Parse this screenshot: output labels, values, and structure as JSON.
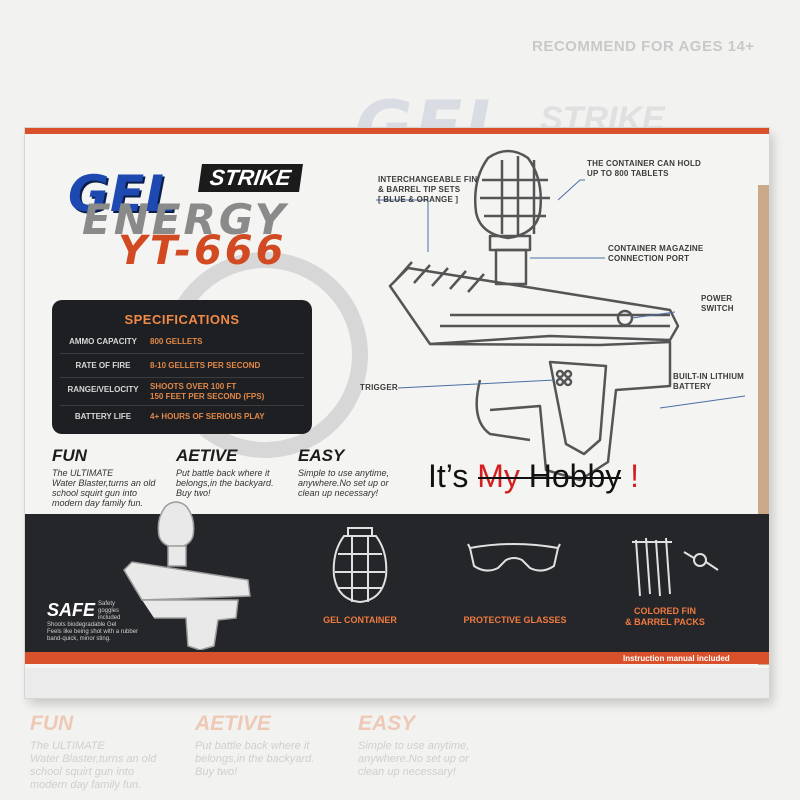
{
  "background": {
    "age_note": "RECOMMEND FOR AGES 14+",
    "ghost_logo": "GEL",
    "ghost_strike": "STRIKE",
    "features": [
      {
        "title": "FUN",
        "text": [
          "The ULTIMATE",
          "Water Blaster,turns an old",
          "school squirt gun into",
          "modern day family fun."
        ]
      },
      {
        "title": "AETIVE",
        "text": [
          "Put battle back where it",
          "belongs,in the backyard.",
          "Buy two!"
        ]
      },
      {
        "title": "EASY",
        "text": [
          "Simple to use anytime,",
          "anywhere.No set up or",
          "clean up necessary!"
        ]
      }
    ]
  },
  "box": {
    "logo": {
      "gel": "GEL",
      "strike": "STRIKE",
      "energy": "ENERGY",
      "model": "YT-666"
    },
    "specifications": {
      "title": "SPECIFICATIONS",
      "rows": [
        {
          "label": "AMMO CAPACITY",
          "value": [
            "800 GELLETS"
          ]
        },
        {
          "label": "RATE OF FIRE",
          "value": [
            "8-10 GELLETS PER SECOND"
          ]
        },
        {
          "label": "RANGE/VELOCITY",
          "value": [
            "SHOOTS OVER 100 FT",
            "150 FEET PER SECOND (FPS)"
          ]
        },
        {
          "label": "BATTERY LIFE",
          "value": [
            "4+ HOURS OF SERIOUS PLAY"
          ]
        }
      ]
    },
    "features": [
      {
        "title": "FUN",
        "text": [
          "The ULTIMATE",
          "Water Blaster,turns an old",
          "school squirt gun into",
          "modern day family fun."
        ]
      },
      {
        "title": "AETIVE",
        "text": [
          "Put battle back where it",
          "belongs,in the backyard.",
          "Buy two!"
        ]
      },
      {
        "title": "EASY",
        "text": [
          "Simple to use anytime,",
          "anywhere.No set up or",
          "clean up necessary!"
        ]
      }
    ],
    "callouts": {
      "fin": [
        "INTERCHANGEABLE FIN",
        "& BARREL TIP SETS",
        "[ BLUE & ORANGE ]"
      ],
      "container": [
        "THE CONTAINER CAN HOLD",
        "UP TO 800 TABLETS"
      ],
      "magazine": [
        "CONTAINER MAGAZINE",
        "CONNECTION PORT"
      ],
      "power": [
        "POWER",
        "SWITCH"
      ],
      "trigger": [
        "TRIGGER"
      ],
      "battery": [
        "BUILT-IN LITHIUM",
        "BATTERY"
      ]
    },
    "bottom": {
      "safe_title": "SAFE",
      "safe_tag": [
        "Safety",
        "goggles",
        "included"
      ],
      "safe_text": [
        "Shoots biodegradable Gel",
        "Feels like being shot with a rubber",
        "band-quick, minor sting."
      ],
      "items": [
        {
          "label": [
            "GEL CONTAINER"
          ]
        },
        {
          "label": [
            "PROTECTIVE GLASSES"
          ]
        },
        {
          "label": [
            "COLORED FIN",
            "& BARREL PACKS"
          ]
        }
      ],
      "manual_note": "Instruction manual included"
    }
  },
  "watermark": {
    "part1": "It’s ",
    "part2": "My",
    "part3": " Hobby",
    "part4": " !"
  },
  "colors": {
    "orange": "#d9512b",
    "blue": "#1d49b0",
    "dark": "#252629"
  }
}
